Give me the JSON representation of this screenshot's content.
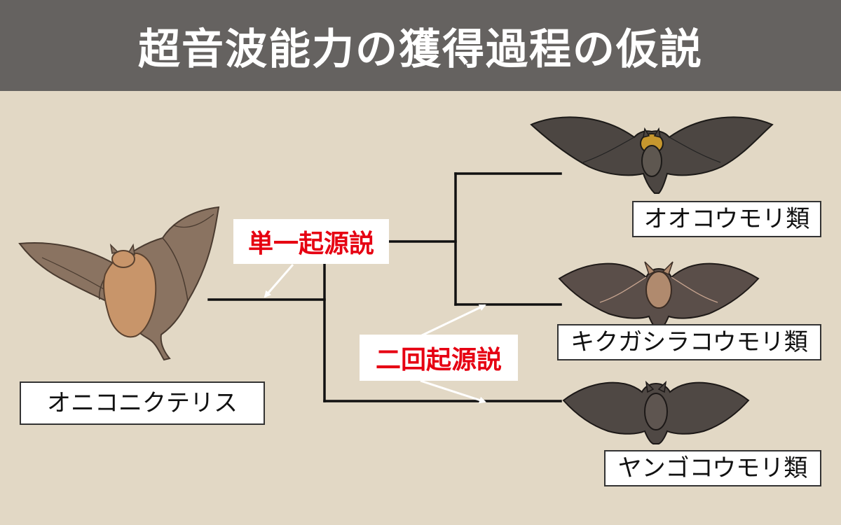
{
  "header": {
    "title": "超音波能力の獲得過程の仮説"
  },
  "labels": {
    "onychonycteris": "オニコニクテリス",
    "pteropodidae": "オオコウモリ類",
    "rhinolophidae": "キクガシラコウモリ類",
    "vespertilionidae": "ヤンゴコウモリ類"
  },
  "hypotheses": {
    "single": "単一起源説",
    "double": "二回起源説"
  },
  "colors": {
    "background": "#e2d8c5",
    "header": "#656260",
    "hypothesis_text": "#e60012",
    "tree_line": "#111111"
  },
  "icons": [
    "onychonycteris-bat-illustration",
    "fruit-bat-illustration",
    "horseshoe-bat-illustration",
    "vesper-bat-illustration"
  ]
}
